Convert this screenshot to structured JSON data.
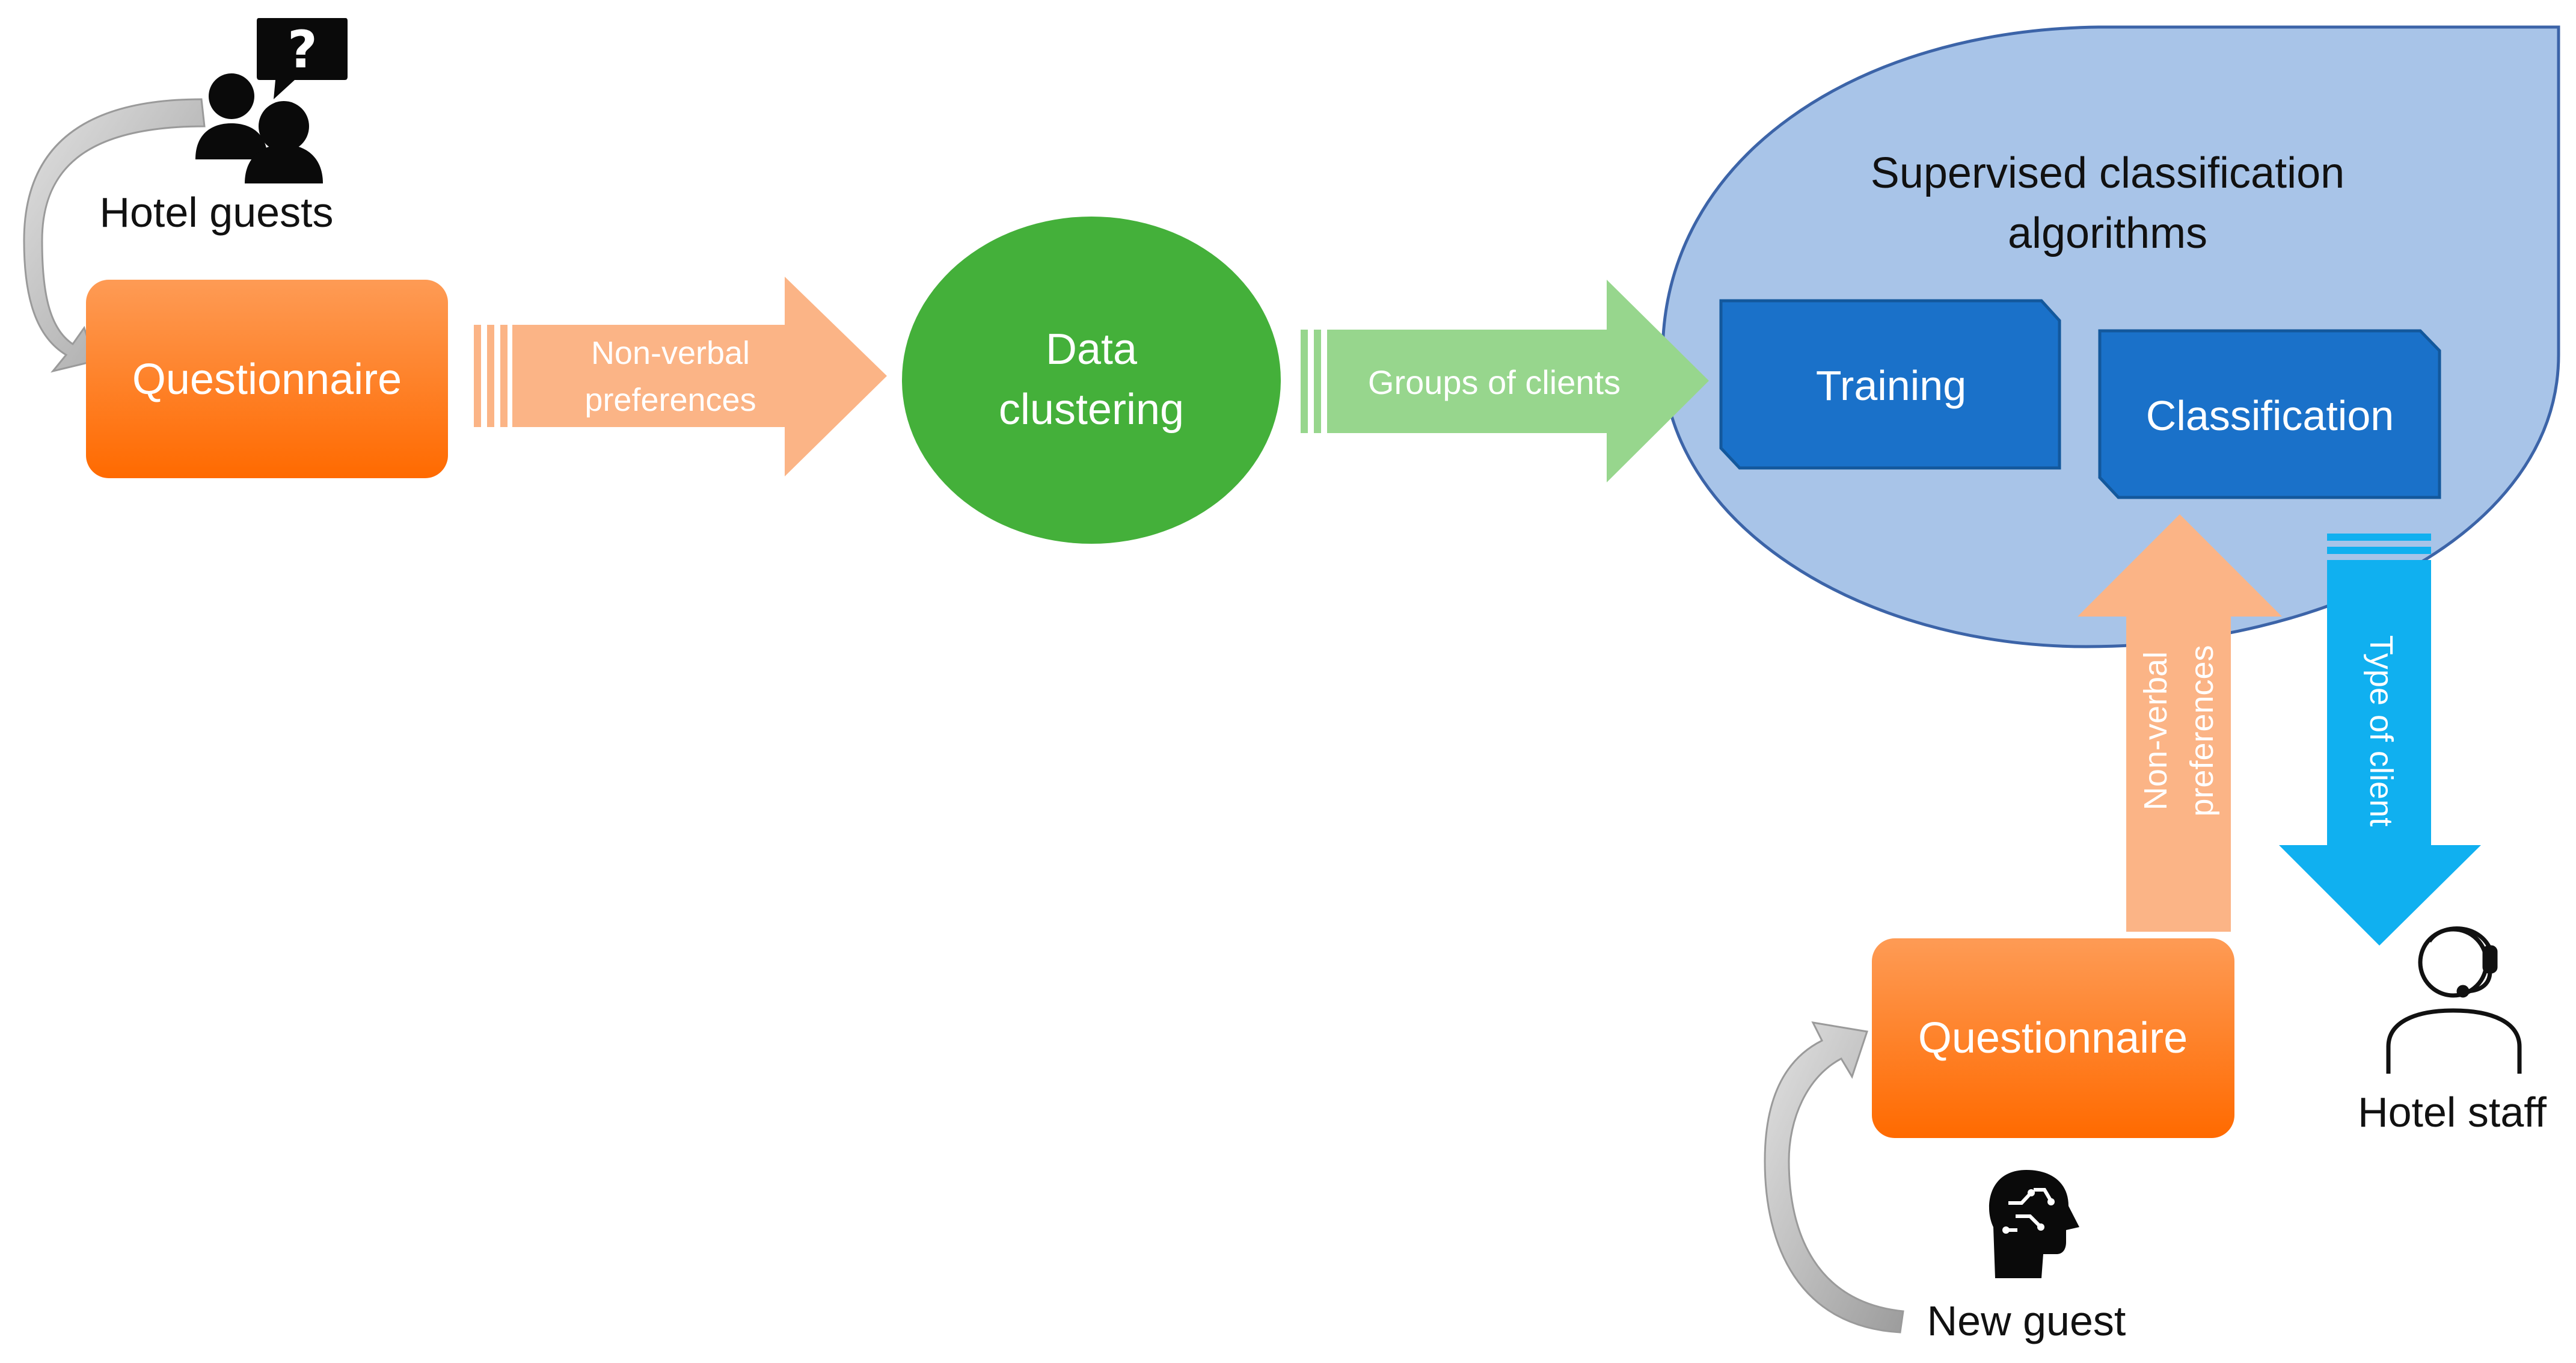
{
  "hotel_guests": {
    "label": "Hotel guests"
  },
  "questionnaire_top": {
    "label": "Questionnaire"
  },
  "arrow_preferences": {
    "line1": "Non-verbal",
    "line2": "preferences"
  },
  "clustering": {
    "line1": "Data",
    "line2": "clustering"
  },
  "arrow_groups": {
    "label": "Groups of clients"
  },
  "supervised": {
    "line1": "Supervised classification",
    "line2": "algorithms"
  },
  "training": {
    "label": "Training"
  },
  "classification": {
    "label": "Classification"
  },
  "arrow_type": {
    "label": "Type of client"
  },
  "arrow_prefs_up": {
    "line1": "Non-verbal",
    "line2": "preferences"
  },
  "questionnaire_bottom": {
    "label": "Questionnaire"
  },
  "new_guest": {
    "label": "New guest"
  },
  "hotel_staff": {
    "label": "Hotel staff"
  },
  "colors": {
    "orange_top": "#fe9b55",
    "orange_bottom": "#ff6a00",
    "peach_arrow": "#fbb486",
    "green_ellipse": "#44b03a",
    "green_arrow": "#97d68d",
    "blob_fill": "#a8c4e8",
    "blob_stroke": "#3c64a8",
    "box_blue": "#1a71c9",
    "box_stroke": "#13589c",
    "cyan_arrow": "#10b0f0",
    "gray_arrow": "#b3b3b3"
  },
  "icons": [
    "question-bubble-icon",
    "people-icon",
    "headset-person-icon",
    "brain-head-icon",
    "curved-arrow-icon"
  ]
}
